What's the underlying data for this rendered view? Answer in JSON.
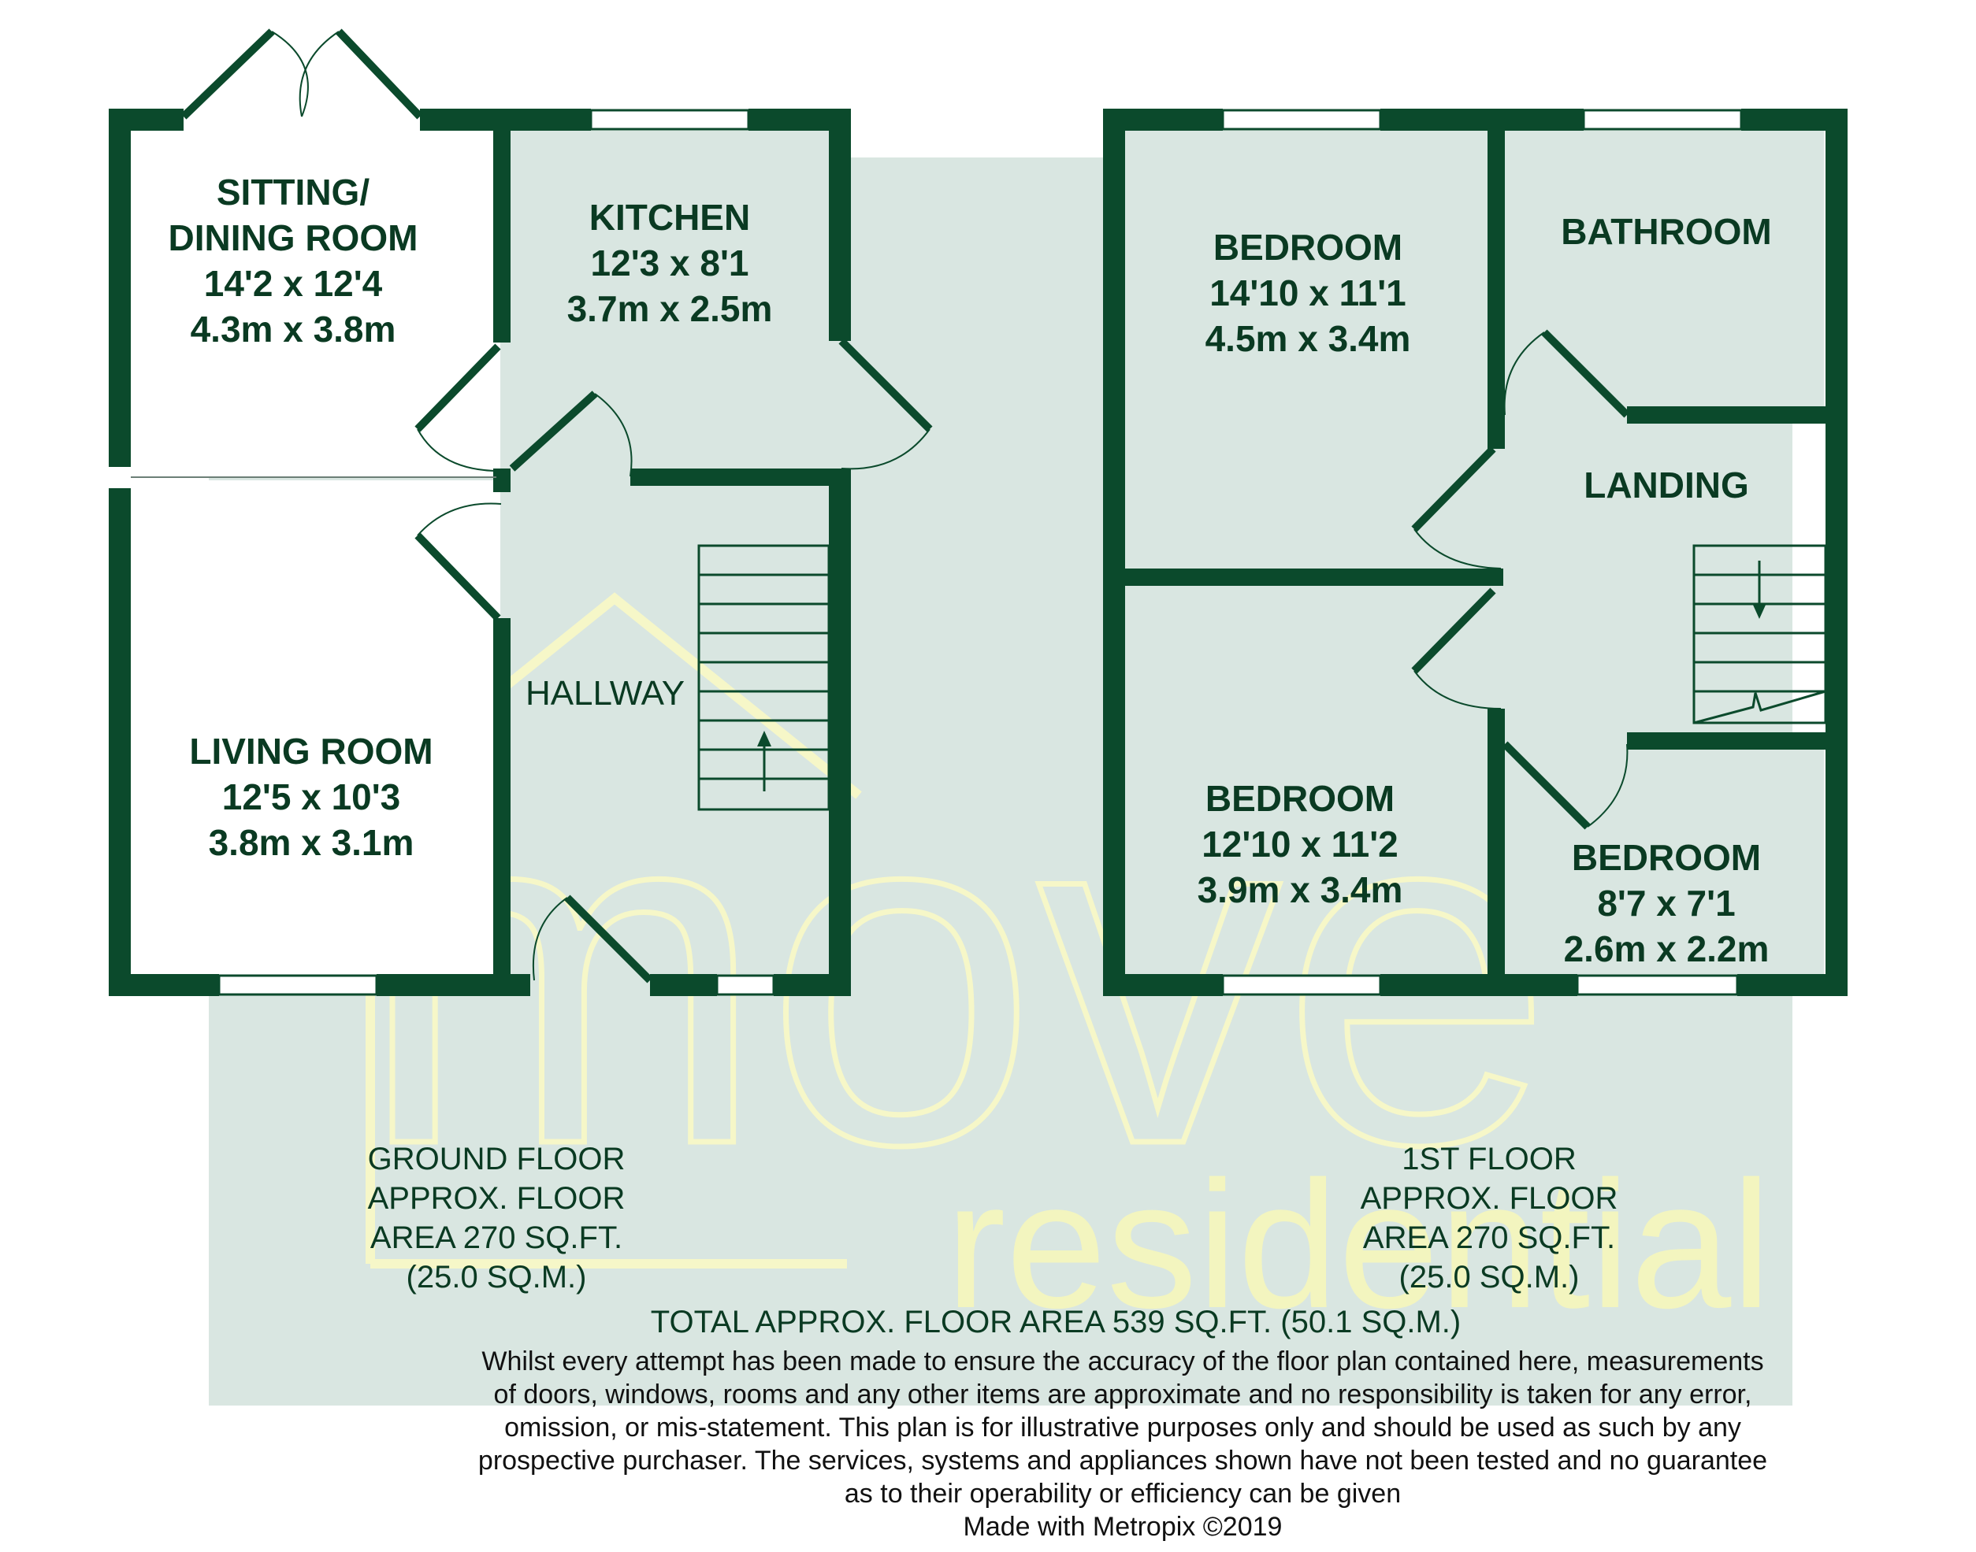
{
  "colors": {
    "wall": "#0b4a2c",
    "background_panel": "#d9e6e1",
    "text": "#0a3a22",
    "watermark": "#f6f7c8",
    "window": "#ffffff"
  },
  "watermark": {
    "main": "move",
    "sub": "residential"
  },
  "ground_floor": {
    "rooms": [
      {
        "name_line1": "SITTING/",
        "name_line2": "DINING ROOM",
        "imperial": "14'2 x 12'4",
        "metric": "4.3m x 3.8m"
      },
      {
        "name_line1": "KITCHEN",
        "imperial": "12'3 x 8'1",
        "metric": "3.7m x 2.5m"
      },
      {
        "name_line1": "LIVING ROOM",
        "imperial": "12'5 x 10'3",
        "metric": "3.8m x 3.1m"
      }
    ],
    "hallway": "HALLWAY",
    "area": [
      "GROUND FLOOR",
      "APPROX. FLOOR",
      "AREA 270 SQ.FT.",
      "(25.0 SQ.M.)"
    ]
  },
  "first_floor": {
    "rooms": [
      {
        "name_line1": "BEDROOM",
        "imperial": "14'10 x 11'1",
        "metric": "4.5m x 3.4m"
      },
      {
        "name_line1": "BATHROOM"
      },
      {
        "name_line1": "LANDING"
      },
      {
        "name_line1": "BEDROOM",
        "imperial": "12'10 x 11'2",
        "metric": "3.9m x 3.4m"
      },
      {
        "name_line1": "BEDROOM",
        "imperial": "8'7 x 7'1",
        "metric": "2.6m x 2.2m"
      }
    ],
    "area": [
      "1ST FLOOR",
      "APPROX. FLOOR",
      "AREA 270 SQ.FT.",
      "(25.0 SQ.M.)"
    ]
  },
  "total": "TOTAL APPROX. FLOOR AREA 539 SQ.FT. (50.1 SQ.M.)",
  "disclaimer": [
    "Whilst every attempt has been made to ensure the accuracy of the floor plan contained here, measurements",
    "of doors, windows, rooms and any other items are approximate and no responsibility is taken for any error,",
    "omission, or mis-statement. This plan is for illustrative purposes only and should be used as such by any",
    "prospective purchaser. The services, systems and appliances shown have not been tested and no guarantee",
    "as to their operability or efficiency can be given"
  ],
  "credit": "Made with Metropix ©2019"
}
